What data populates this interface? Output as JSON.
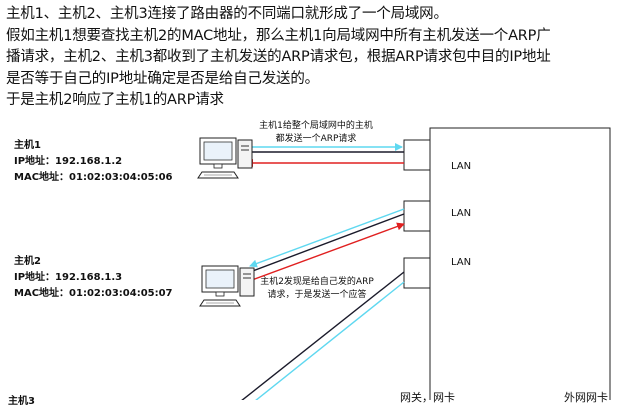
{
  "intro": {
    "lines": [
      "主机1、主机2、主机3连接了路由器的不同端口就形成了一个局域网。",
      "假如主机1想要查找主机2的MAC地址，那么主机1向局域网中所有主机发送一个ARP广",
      "播请求，主机2、主机3都收到了主机发送的ARP请求包，根据ARP请求包中目的IP地址",
      "是否等于自己的IP地址确定是否是给自己发送的。",
      "于是主机2响应了主机1的ARP请求"
    ]
  },
  "host1": {
    "name": "主机1",
    "ip": "IP地址：192.168.1.2",
    "mac": "MAC地址：01:02:03:04:05:06"
  },
  "host2": {
    "name": "主机2",
    "ip": "IP地址：192.168.1.3",
    "mac": "MAC地址：01:02:03:04:05:07"
  },
  "host3": {
    "name": "主机3"
  },
  "notes": {
    "broadcast_line1": "主机1给整个局域网中的主机",
    "broadcast_line2": "都发送一个ARP请求",
    "reply_line1": "主机2发现是给自己发的ARP",
    "reply_line2": "请求，于是发送一个应答"
  },
  "router": {
    "ports": [
      "LAN",
      "LAN",
      "LAN"
    ],
    "gateway": "网关，网卡",
    "wan": "外网网卡"
  },
  "colors": {
    "broadcast": "#5fd8f0",
    "reply": "#e02020",
    "line": "#1a1a2a"
  }
}
